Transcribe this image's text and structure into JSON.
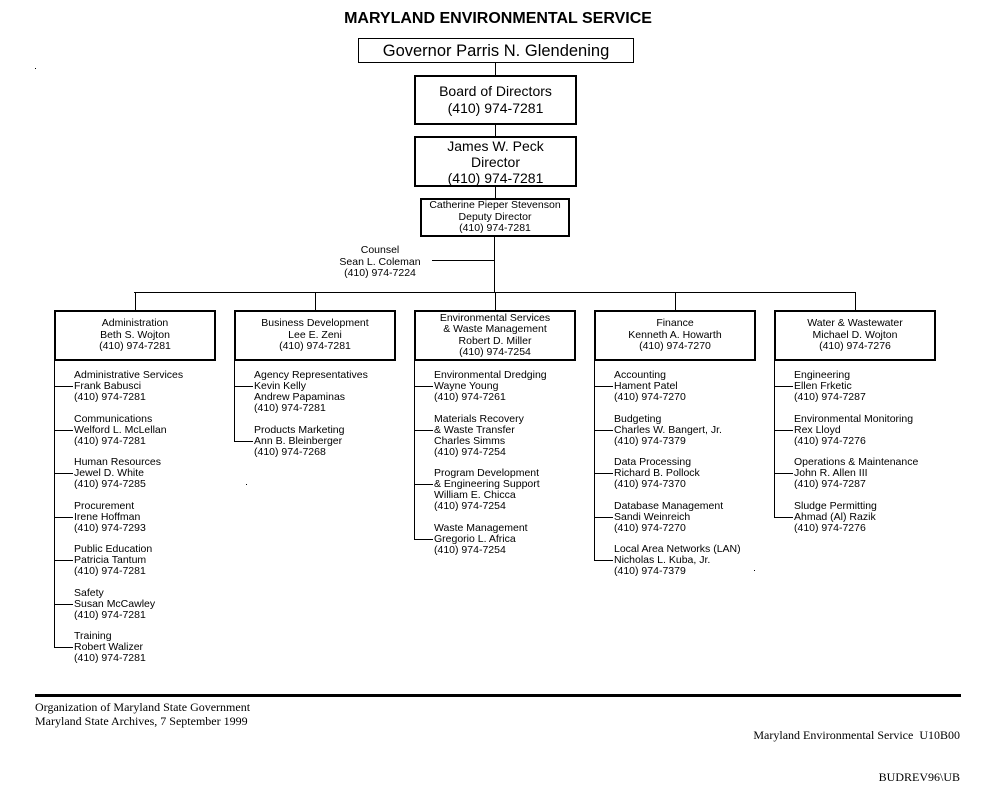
{
  "title": "MARYLAND ENVIRONMENTAL SERVICE",
  "governor": "Governor Parris N. Glendening",
  "board": {
    "name": "Board of Directors",
    "phone": "(410) 974-7281"
  },
  "director": {
    "name": "James W. Peck",
    "title": "Director",
    "phone": "(410) 974-7281"
  },
  "deputy": {
    "name": "Catherine Pieper Stevenson",
    "title": "Deputy Director",
    "phone": "(410) 974-7281"
  },
  "counsel": {
    "title": "Counsel",
    "name": "Sean L. Coleman",
    "phone": "(410) 974-7224"
  },
  "departments": [
    {
      "lines": [
        "Administration",
        "Beth S. Wojton",
        "(410) 974-7281"
      ],
      "units": [
        {
          "lines": [
            "Administrative Services",
            "Frank Babusci",
            "(410) 974-7281"
          ]
        },
        {
          "lines": [
            "Communications",
            "Welford L. McLellan",
            "(410) 974-7281"
          ]
        },
        {
          "lines": [
            "Human Resources",
            "Jewel D. White",
            "(410) 974-7285"
          ]
        },
        {
          "lines": [
            "Procurement",
            "Irene Hoffman",
            "(410) 974-7293"
          ]
        },
        {
          "lines": [
            "Public Education",
            "Patricia Tantum",
            "(410) 974-7281"
          ]
        },
        {
          "lines": [
            "Safety",
            "Susan McCawley",
            "(410) 974-7281"
          ]
        },
        {
          "lines": [
            "Training",
            "Robert Walizer",
            "(410) 974-7281"
          ]
        }
      ]
    },
    {
      "lines": [
        "Business Development",
        "Lee E. Zeni",
        "(410) 974-7281"
      ],
      "units": [
        {
          "lines": [
            "Agency Representatives",
            "Kevin Kelly",
            "Andrew Papaminas",
            "(410) 974-7281"
          ]
        },
        {
          "lines": [
            "Products Marketing",
            "Ann B. Bleinberger",
            "(410) 974-7268"
          ]
        }
      ]
    },
    {
      "lines": [
        "Environmental Services",
        "& Waste Management",
        "Robert D. Miller",
        "(410) 974-7254"
      ],
      "units": [
        {
          "lines": [
            "Environmental Dredging",
            "Wayne Young",
            "(410) 974-7261"
          ]
        },
        {
          "lines": [
            "Materials Recovery",
            "& Waste Transfer",
            "Charles Simms",
            "(410) 974-7254"
          ]
        },
        {
          "lines": [
            "Program Development",
            "& Engineering Support",
            "William E. Chicca",
            "(410) 974-7254"
          ]
        },
        {
          "lines": [
            "Waste Management",
            "Gregorio L. Africa",
            "(410) 974-7254"
          ]
        }
      ]
    },
    {
      "lines": [
        "Finance",
        "Kenneth A. Howarth",
        "(410) 974-7270"
      ],
      "units": [
        {
          "lines": [
            "Accounting",
            "Hament Patel",
            "(410) 974-7270"
          ]
        },
        {
          "lines": [
            "Budgeting",
            "Charles W. Bangert, Jr.",
            "(410) 974-7379"
          ]
        },
        {
          "lines": [
            "Data Processing",
            "Richard B. Pollock",
            "(410) 974-7370"
          ]
        },
        {
          "lines": [
            "Database Management",
            "Sandi Weinreich",
            "(410) 974-7270"
          ]
        },
        {
          "lines": [
            "Local Area Networks (LAN)",
            "Nicholas L. Kuba, Jr.",
            "(410) 974-7379"
          ]
        }
      ]
    },
    {
      "lines": [
        "Water & Wastewater",
        "Michael D. Wojton",
        "(410) 974-7276"
      ],
      "units": [
        {
          "lines": [
            "Engineering",
            "Ellen Frketic",
            "(410) 974-7287"
          ]
        },
        {
          "lines": [
            "Environmental Monitoring",
            "Rex Lloyd",
            "(410) 974-7276"
          ]
        },
        {
          "lines": [
            "Operations & Maintenance",
            "John R. Allen III",
            "(410) 974-7287"
          ]
        },
        {
          "lines": [
            "Sludge Permitting",
            "Ahmad (Al) Razik",
            "(410) 974-7276"
          ]
        }
      ]
    }
  ],
  "footer": {
    "left_line1": "Organization of Maryland State Government",
    "left_line2": "Maryland State Archives, 7 September 1999",
    "right_line1": "Maryland Environmental Service  U10B00",
    "right_line2": "BUDREV96\\UB"
  }
}
